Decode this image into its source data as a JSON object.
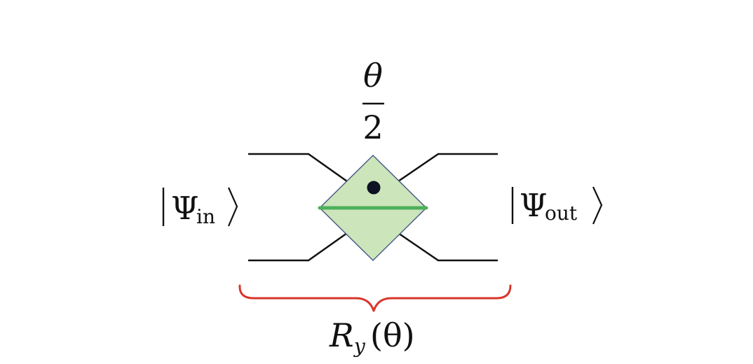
{
  "angle_label": {
    "numerator": "θ",
    "denominator": "2"
  },
  "input_state": {
    "symbol": "Ψ",
    "subscript": "in"
  },
  "output_state": {
    "symbol": "Ψ",
    "subscript": "out"
  },
  "gate_label": {
    "main": "R",
    "subscript": "y",
    "argument": "(θ)"
  },
  "colors": {
    "diamond_fill": "#cce5bb",
    "diamond_stroke": "#4a5f86",
    "mirror_line": "#4cb15b",
    "wires": "#111111",
    "brace": "#d9362b"
  }
}
